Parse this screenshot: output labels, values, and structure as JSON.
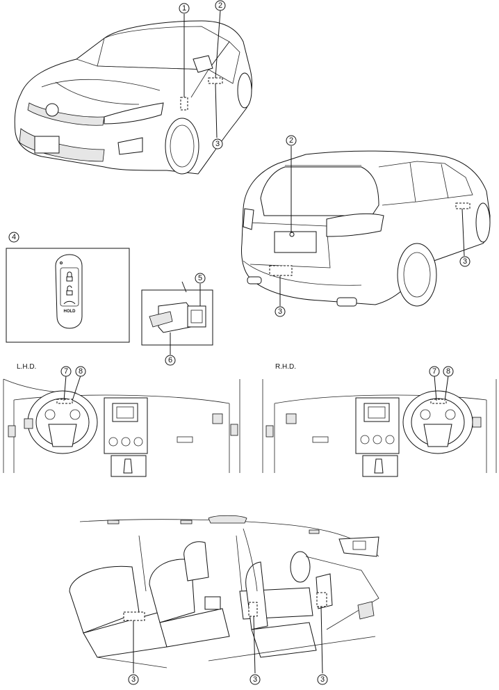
{
  "callouts": {
    "n1": "1",
    "n2": "2",
    "n3": "3",
    "n4": "4",
    "n5": "5",
    "n6": "6",
    "n7": "7",
    "n8": "8"
  },
  "labels": {
    "lhd": "L.H.D.",
    "rhd": "R.H.D.",
    "hold": "HOLD"
  },
  "icons": {
    "lock": "lock-icon",
    "unlock": "unlock-icon",
    "liftgate": "liftgate-icon"
  }
}
